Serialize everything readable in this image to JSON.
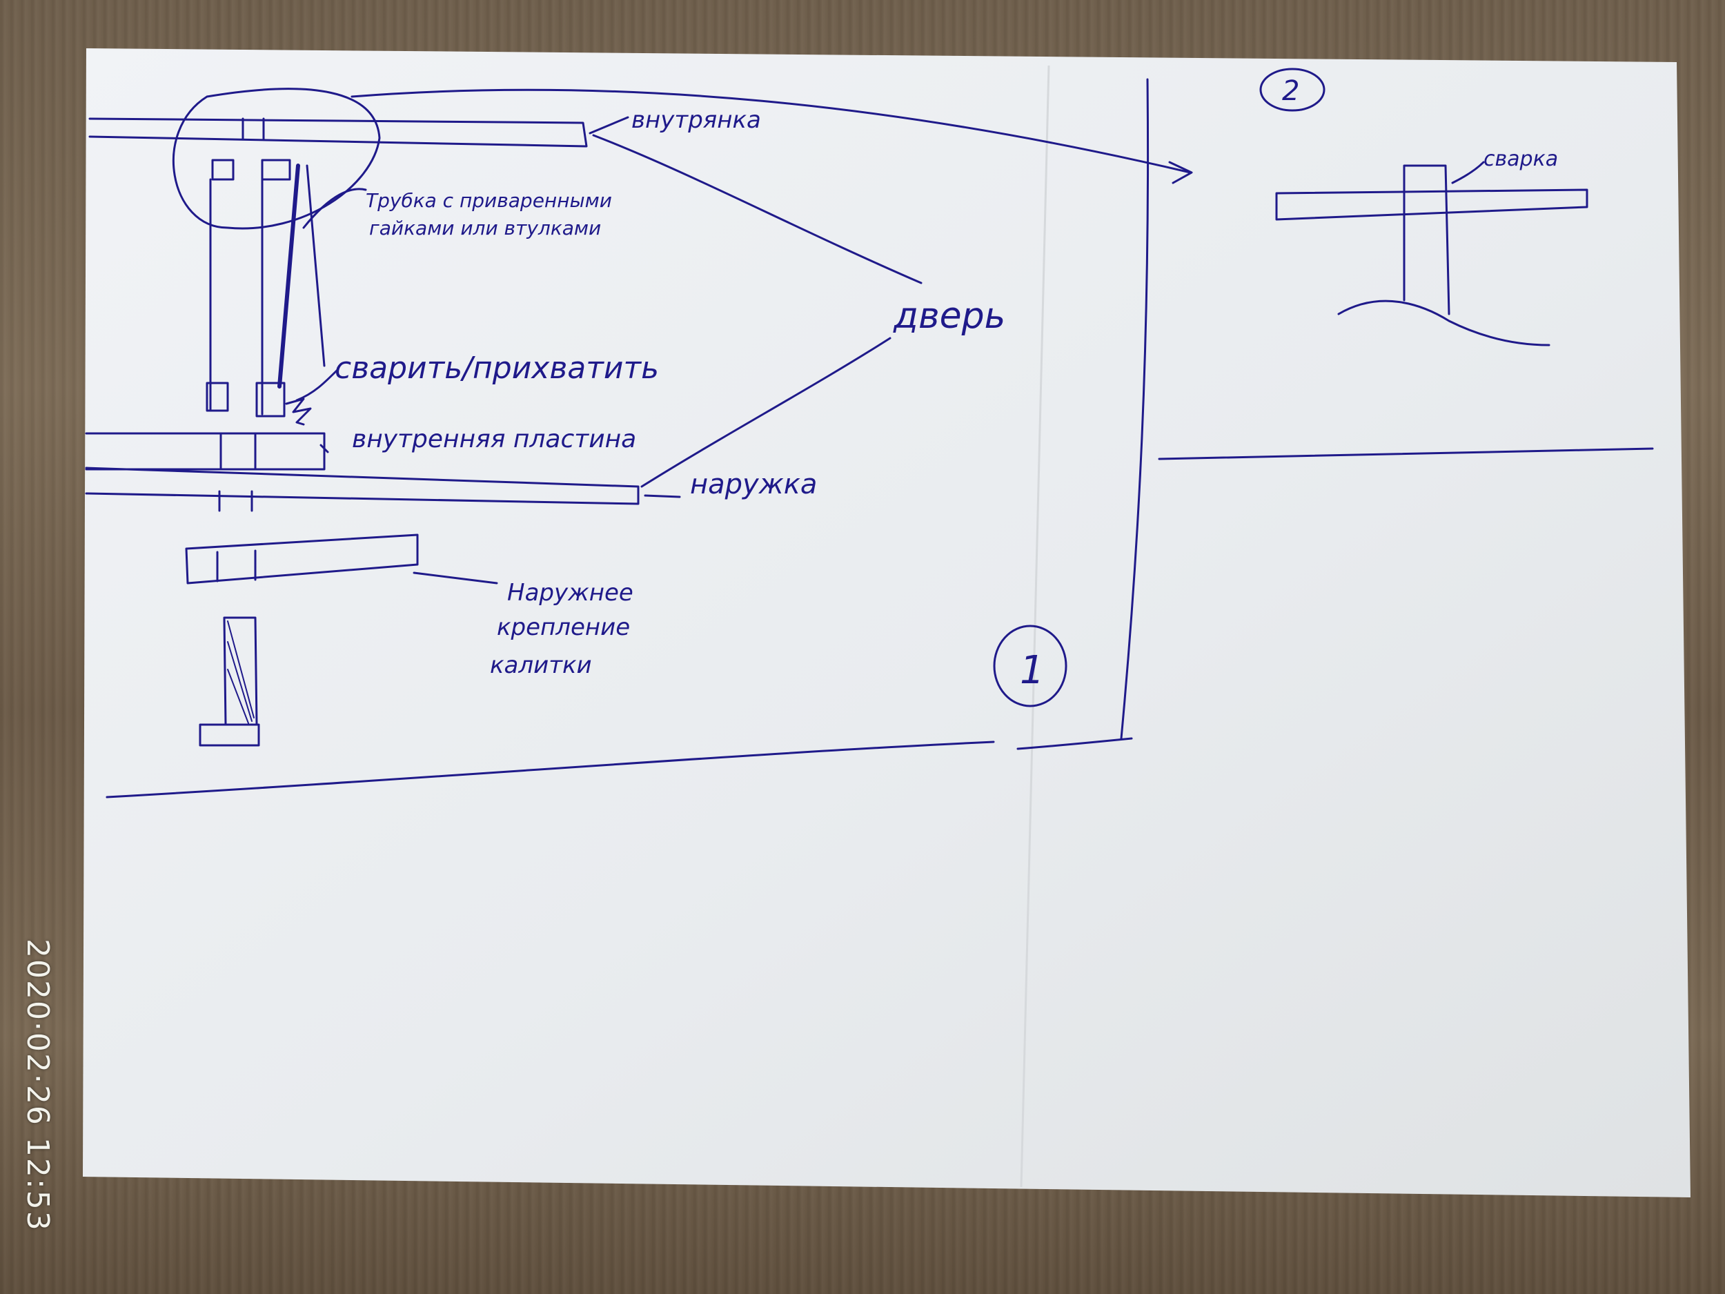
{
  "photo": {
    "timestamp": "2020·02·26 12:53"
  },
  "sketch": {
    "sheet_1_label": "1",
    "sheet_2_label": "2",
    "labels": {
      "inner": "внутрянка",
      "tube": "Трубка с приваренными",
      "tube_line2": "гайками или втулками",
      "door": "дверь",
      "weld_grab": "сварить/прихватить",
      "inner_plate": "внутренняя пластина",
      "outer": "наружка",
      "outer_mount": "Наружнее",
      "outer_mount_2": "крепление",
      "outer_mount_3": "калитки",
      "weld": "сварка"
    }
  },
  "colors": {
    "ink": "#1f1a8a",
    "paper": "#eef0f2"
  }
}
